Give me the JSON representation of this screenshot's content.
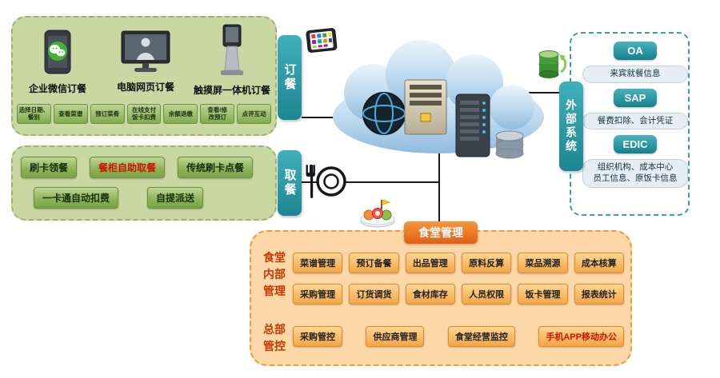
{
  "order": {
    "tag": "订餐",
    "channels": [
      {
        "label": "企业微信订餐"
      },
      {
        "label": "电脑网页订餐"
      },
      {
        "label": "触摸屏一体机订餐"
      }
    ],
    "steps": [
      "选择日期、\n餐别",
      "查看菜谱",
      "预订菜肴",
      "在线支付\n饭卡扣费",
      "余额退缴",
      "查看/修\n改预订",
      "点评互动"
    ]
  },
  "pickup": {
    "tag": "取餐",
    "row1": [
      "刷卡领餐",
      "餐柜自助取餐",
      "传统刷卡点餐"
    ],
    "row2": [
      "一卡通自动扣费",
      "自提派送"
    ]
  },
  "external": {
    "tag": "外部系统",
    "systems": [
      {
        "name": "OA",
        "desc": "来宾就餐信息"
      },
      {
        "name": "SAP",
        "desc": "餐费扣除、会计凭证"
      },
      {
        "name": "EDIC",
        "desc": "组织机构、成本中心\n员工信息、原饭卡信息"
      }
    ]
  },
  "canteen": {
    "title": "食堂管理",
    "internal_label": "食堂\n内部\n管理",
    "internal_row1": [
      "菜谱管理",
      "预订备餐",
      "出品管理",
      "原料反算",
      "菜品溯源",
      "成本核算"
    ],
    "internal_row2": [
      "采购管理",
      "订货调货",
      "食材库存",
      "人员权限",
      "饭卡管理",
      "报表统计"
    ],
    "hq_label": "总部\n管控",
    "hq_items": [
      "采购管控",
      "供应商管理",
      "食堂经营监控",
      "手机APP移动办公"
    ]
  },
  "colors": {
    "teal": "#2e9aa3",
    "green_panel": "#c9d8a3",
    "orange_panel": "#fcd7a8",
    "accent_red": "#cf1500"
  }
}
